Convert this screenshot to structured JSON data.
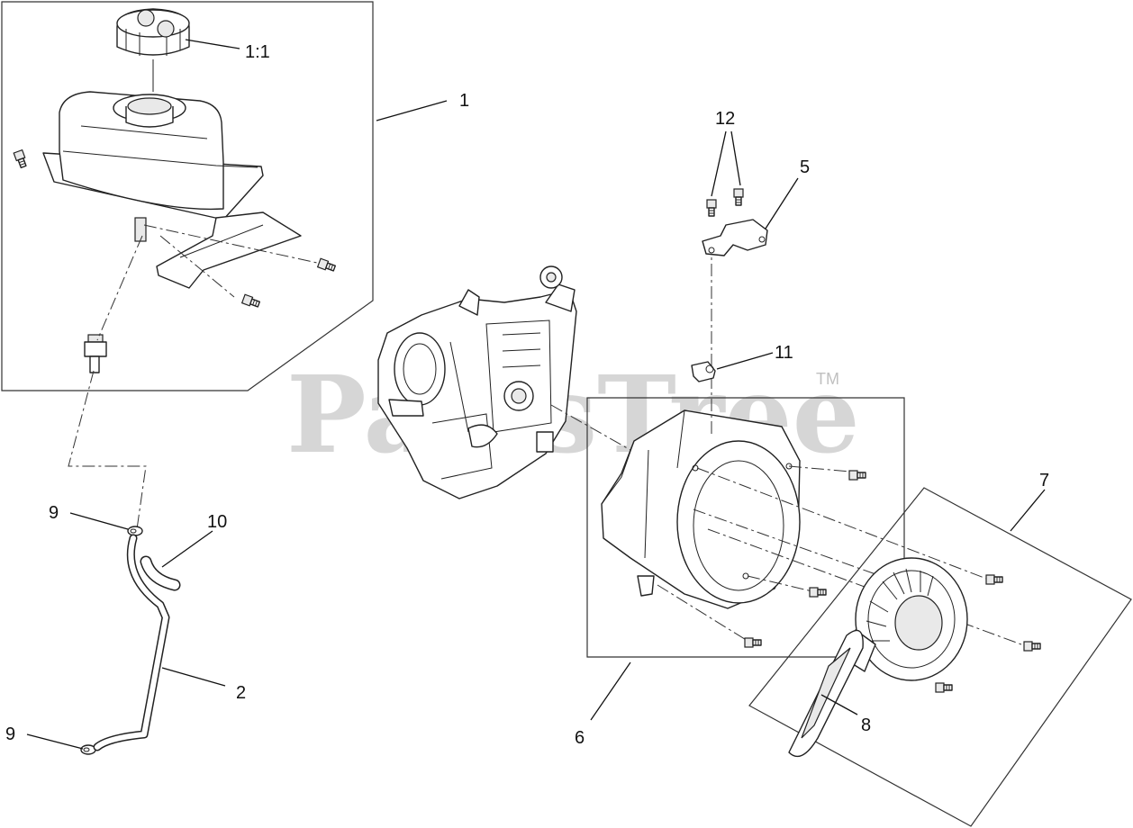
{
  "watermark": {
    "text": "PartsTree",
    "trademark": "TM"
  },
  "callouts": {
    "c_1_1": "1:1",
    "c_1": "1",
    "c_12": "12",
    "c_5": "5",
    "c_11": "11",
    "c_7": "7",
    "c_9a": "9",
    "c_10": "10",
    "c_2": "2",
    "c_9b": "9",
    "c_6": "6",
    "c_8": "8"
  },
  "parts": [
    {
      "id": "1:1",
      "icon": "fuel-cap-icon"
    },
    {
      "id": "1",
      "icon": "fuel-tank-icon"
    },
    {
      "id": "2",
      "icon": "fuel-line-icon"
    },
    {
      "id": "5",
      "icon": "bracket-icon"
    },
    {
      "id": "6",
      "icon": "blower-housing-icon"
    },
    {
      "id": "7",
      "icon": "recoil-starter-icon"
    },
    {
      "id": "8",
      "icon": "starter-handle-icon"
    },
    {
      "id": "9",
      "icon": "hose-clamp-icon"
    },
    {
      "id": "10",
      "icon": "hose-icon"
    },
    {
      "id": "11",
      "icon": "clip-icon"
    },
    {
      "id": "12",
      "icon": "bolt-icon"
    }
  ]
}
